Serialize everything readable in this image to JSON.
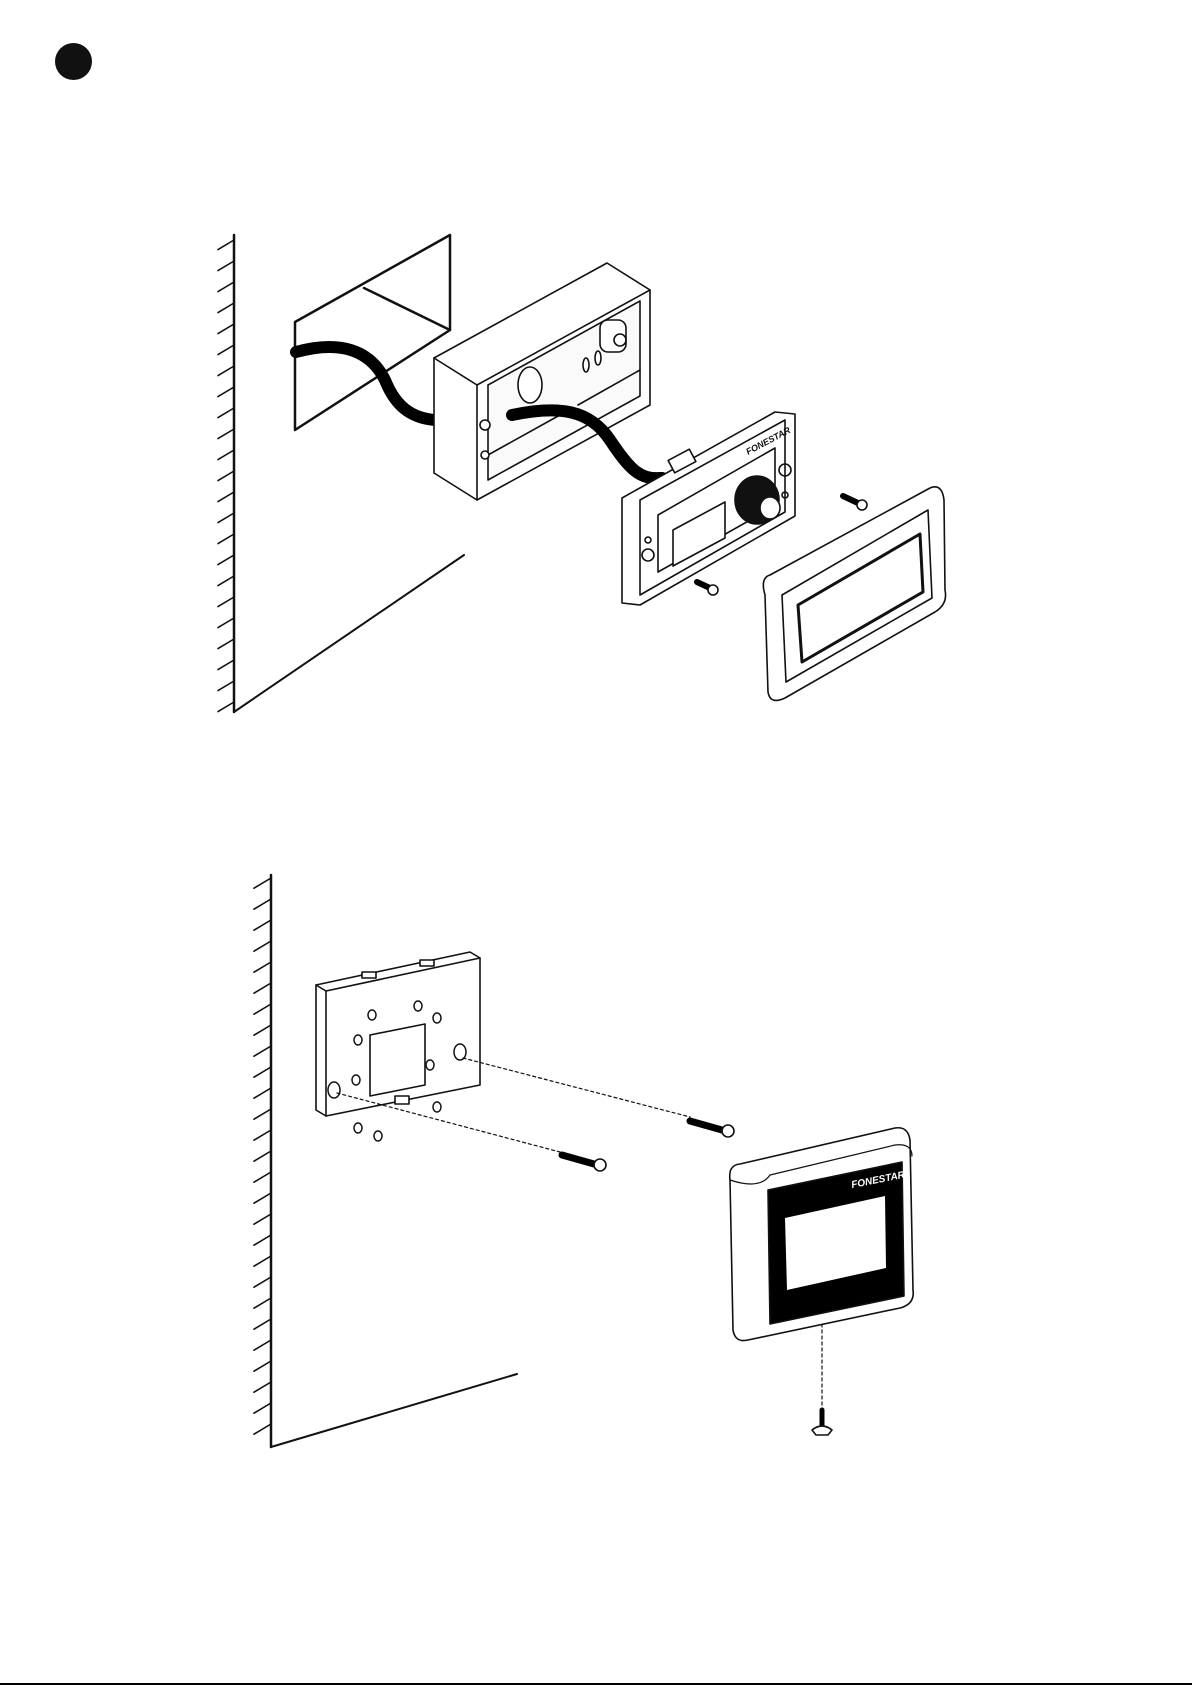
{
  "diagrams": [
    {
      "id": "flush-mount",
      "brand_label": "FONESTAR"
    },
    {
      "id": "surface-mount",
      "brand_label": "FONESTAR"
    }
  ],
  "colors": {
    "ink": "#111111",
    "paper": "#ffffff",
    "panel_fill": "#f4f4f4"
  }
}
